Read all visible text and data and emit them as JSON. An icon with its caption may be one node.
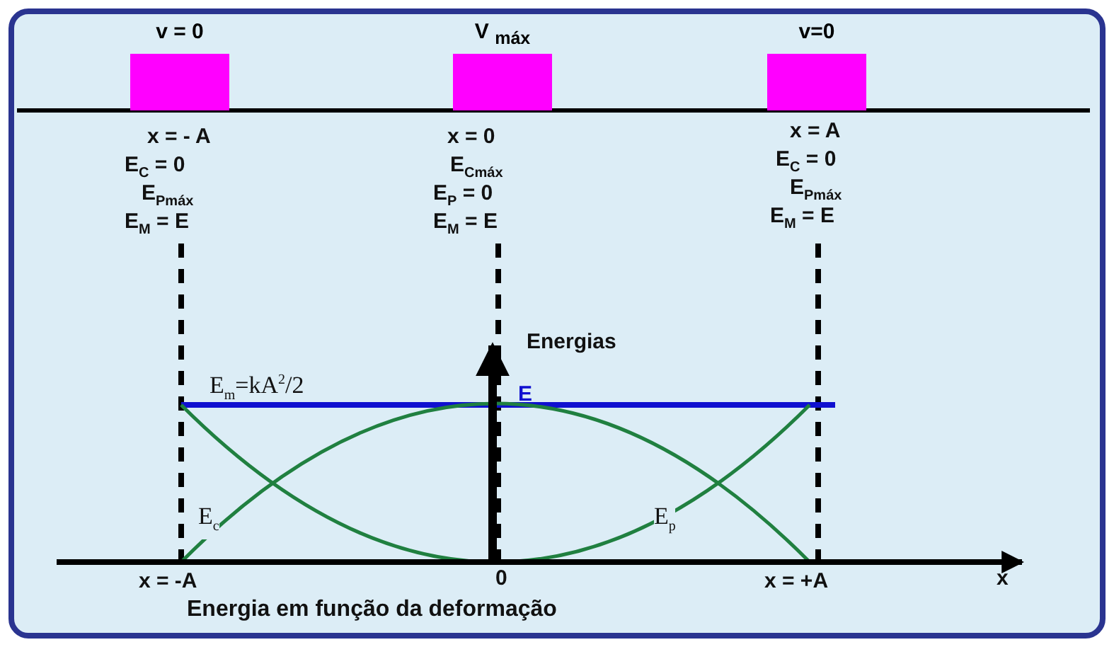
{
  "diagram": {
    "caption": "Energia em função da deformação",
    "nodes": [
      {
        "text": [
          "v = 0"
        ]
      },
      {
        "text": [
          "V $_{máx}$"
        ]
      },
      {
        "text": [
          "v=0"
        ]
      }
    ],
    "edges": [],
    "labels": [
      "x = - A",
      "E$_{C}$ = 0",
      "E$_{Pmáx}$",
      "E$_{M}$ = E",
      "x = 0",
      "E$_{Cmáx}$",
      "E$_{P}$ = 0",
      "E$_{M}$ = E",
      "x = A",
      "E$_{C}$ = 0",
      "E$_{Pmáx}$",
      "E$_{M}$ = E",
      "Energias",
      "E$_{m}$=kA$^{2}$/2",
      "E",
      "E$_{c}$",
      "E$_{p}$",
      "x = -A",
      "0",
      "x = +A",
      "x"
    ]
  }
}
